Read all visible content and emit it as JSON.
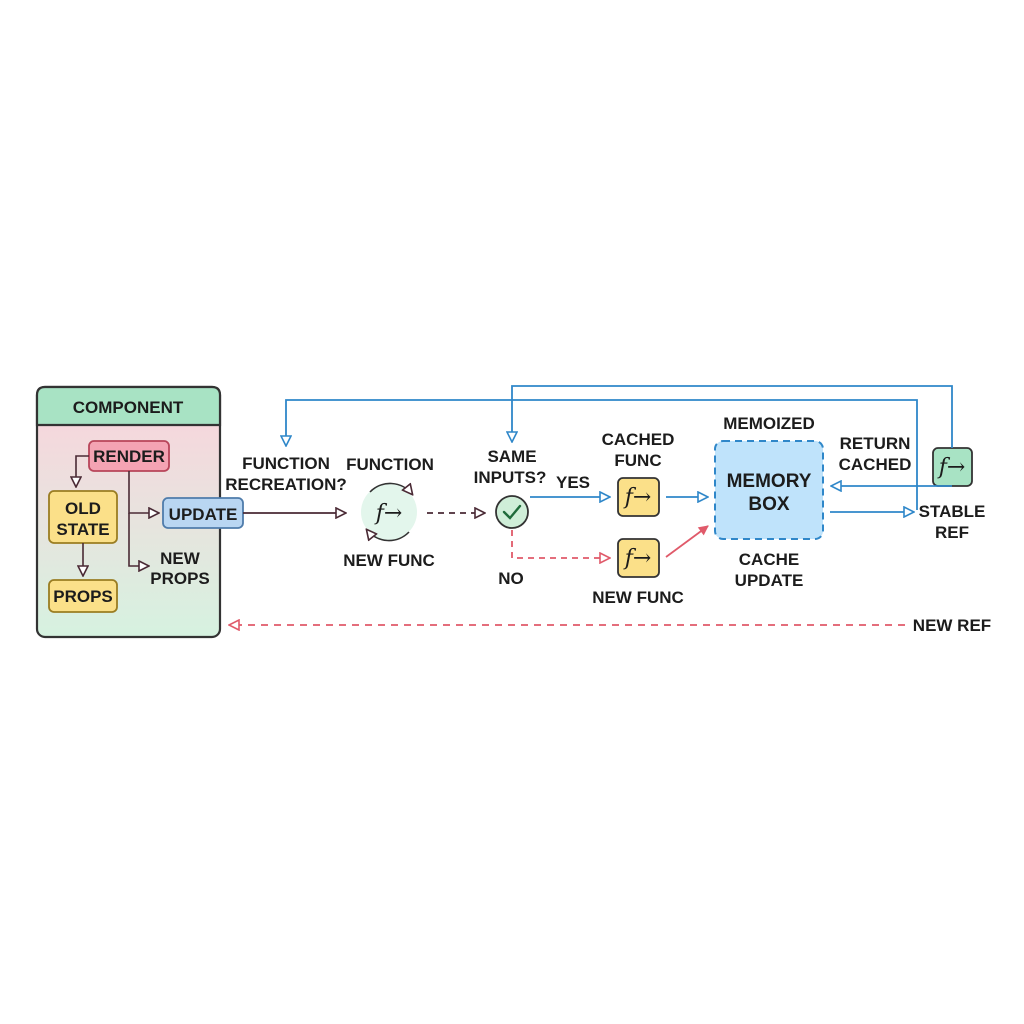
{
  "component": {
    "title": "COMPONENT",
    "render": "RENDER",
    "old_state_line1": "OLD",
    "old_state_line2": "STATE",
    "props": "PROPS",
    "update": "UPDATE",
    "new_props_line1": "NEW",
    "new_props_line2": "PROPS"
  },
  "flow": {
    "function_recreation_line1": "FUNCTION",
    "function_recreation_line2": "RECREATION?",
    "function_label": "FUNCTION",
    "new_func_label": "NEW FUNC",
    "same_inputs_line1": "SAME",
    "same_inputs_line2": "INPUTS?",
    "yes_label": "YES",
    "no_label": "NO",
    "cached_func_line1": "CACHED",
    "cached_func_line2": "FUNC",
    "new_func_label_2": "NEW FUNC",
    "memoized_label": "MEMOIZED",
    "memory_box_line1": "MEMORY",
    "memory_box_line2": "BOX",
    "cache_update_line1": "CACHE",
    "cache_update_line2": "UPDATE",
    "return_cached_line1": "RETURN",
    "return_cached_line2": "CACHED",
    "stable_ref_line1": "STABLE",
    "stable_ref_line2": "REF",
    "new_ref_label": "NEW REF"
  },
  "icons": {
    "function_symbol": "f→",
    "check_symbol": "✓"
  },
  "colors": {
    "component_header": "#a8e3c4",
    "component_body_top": "#fbd3dc",
    "component_body_bottom": "#d6f2e0",
    "render_fill": "#f4a3b3",
    "state_fill": "#fbe089",
    "update_fill": "#b9d6f2",
    "memory_fill": "#bfe3fb",
    "blue_arrow": "#2f87c9",
    "red_arrow": "#e05a6a",
    "dark_arrow": "#4a2a35",
    "check_fill": "#cfeed8"
  }
}
